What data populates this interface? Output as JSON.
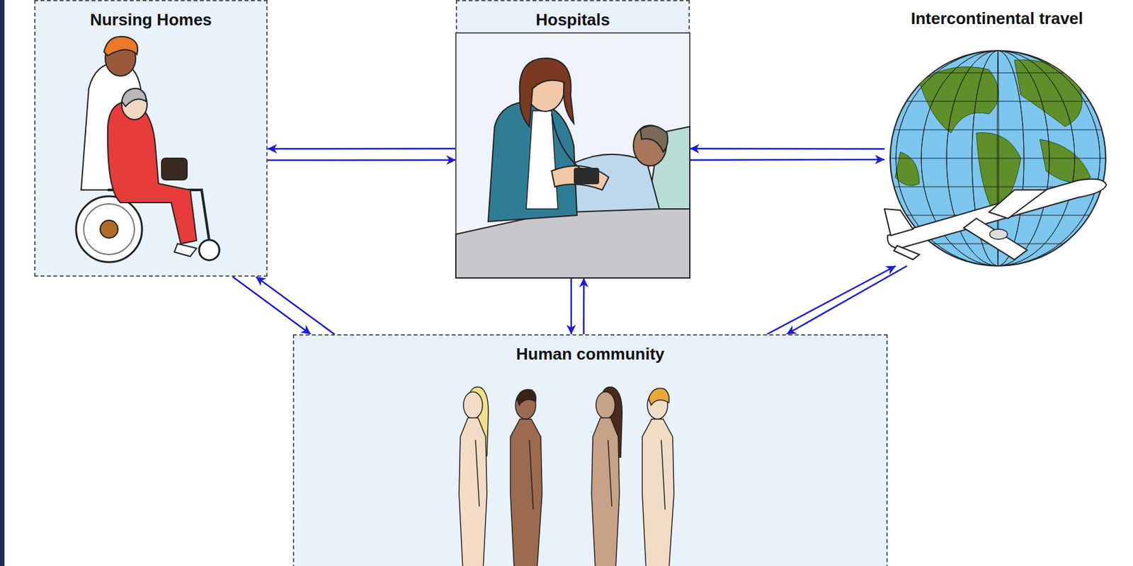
{
  "diagram": {
    "nodes": [
      {
        "text": [
          "Nursing Homes"
        ]
      },
      {
        "text": [
          "Hospitals"
        ]
      },
      {
        "text": [
          "Intercontinental travel"
        ]
      },
      {
        "text": [
          "Human community"
        ]
      }
    ],
    "edges": [
      {
        "from": 1,
        "to": 0,
        "arrow": "to"
      },
      {
        "from": 0,
        "to": 1,
        "arrow": "to"
      },
      {
        "from": 2,
        "to": 1,
        "arrow": "to"
      },
      {
        "from": 1,
        "to": 2,
        "arrow": "to"
      },
      {
        "from": 1,
        "to": 3,
        "arrow": "to"
      },
      {
        "from": 3,
        "to": 1,
        "arrow": "to"
      },
      {
        "from": 0,
        "to": 3,
        "arrow": "to"
      },
      {
        "from": 3,
        "to": 0,
        "arrow": "to"
      },
      {
        "from": 3,
        "to": 2,
        "arrow": "to"
      },
      {
        "from": 2,
        "to": 3,
        "arrow": "to"
      }
    ]
  }
}
